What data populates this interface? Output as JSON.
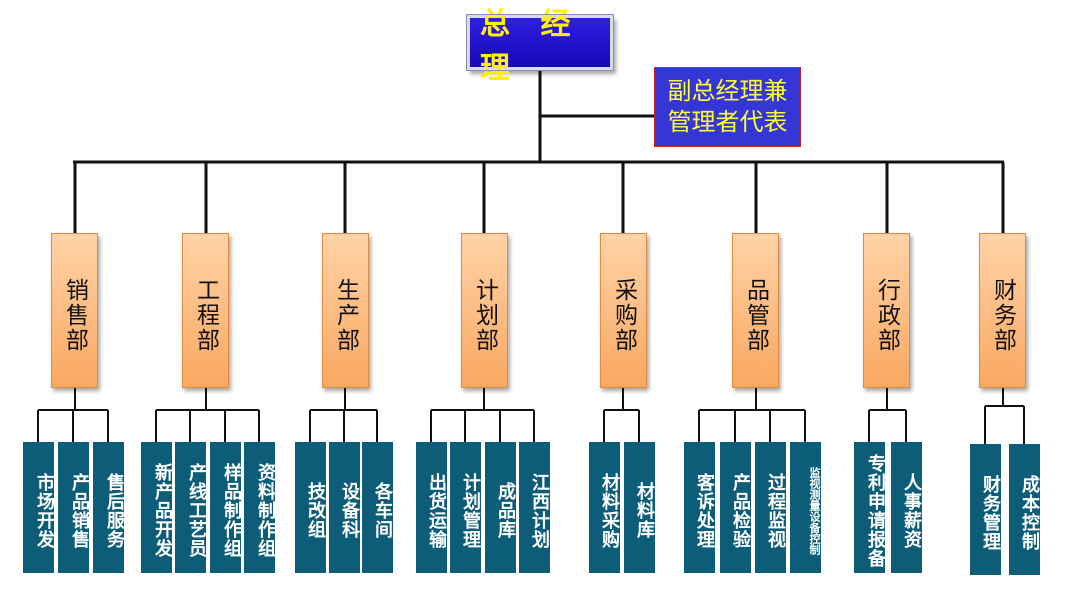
{
  "chart_data": {
    "type": "org-chart",
    "top": "总 经 理",
    "deputy": [
      "副总经理兼",
      "管理者代表"
    ],
    "departments": [
      {
        "name": "销售部",
        "units": [
          "市场开发",
          "产品销售",
          "售后服务"
        ]
      },
      {
        "name": "工程部",
        "units": [
          "新产品开发",
          "产线工艺员",
          "样品制作组",
          "资料制作组"
        ]
      },
      {
        "name": "生产部",
        "units": [
          "技改组",
          "设备科",
          "各车间"
        ]
      },
      {
        "name": "计划部",
        "units": [
          "出货运输",
          "计划管理",
          "成品库",
          "江西计划"
        ]
      },
      {
        "name": "采购部",
        "units": [
          "材料采购",
          "材料库"
        ]
      },
      {
        "name": "品管部",
        "units": [
          "客诉处理",
          "产品检验",
          "过程监视",
          "监视测量设备控制"
        ]
      },
      {
        "name": "行政部",
        "units": [
          "专利申请报备",
          "人事薪资"
        ]
      },
      {
        "name": "财务部",
        "units": [
          "财务管理",
          "成本控制"
        ]
      }
    ]
  }
}
